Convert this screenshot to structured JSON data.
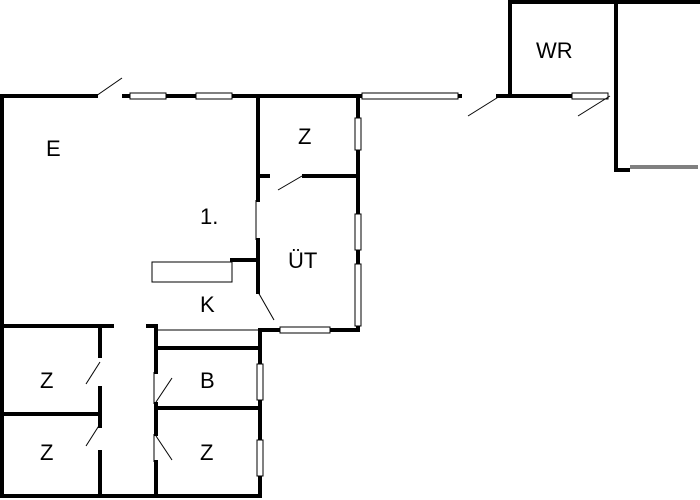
{
  "rooms": {
    "e": "E",
    "z_top": "Z",
    "floor": "1.",
    "ut": "ÜT",
    "k": "K",
    "z_left_upper": "Z",
    "b": "B",
    "z_left_lower": "Z",
    "z_right_lower": "Z",
    "wr": "WR"
  }
}
